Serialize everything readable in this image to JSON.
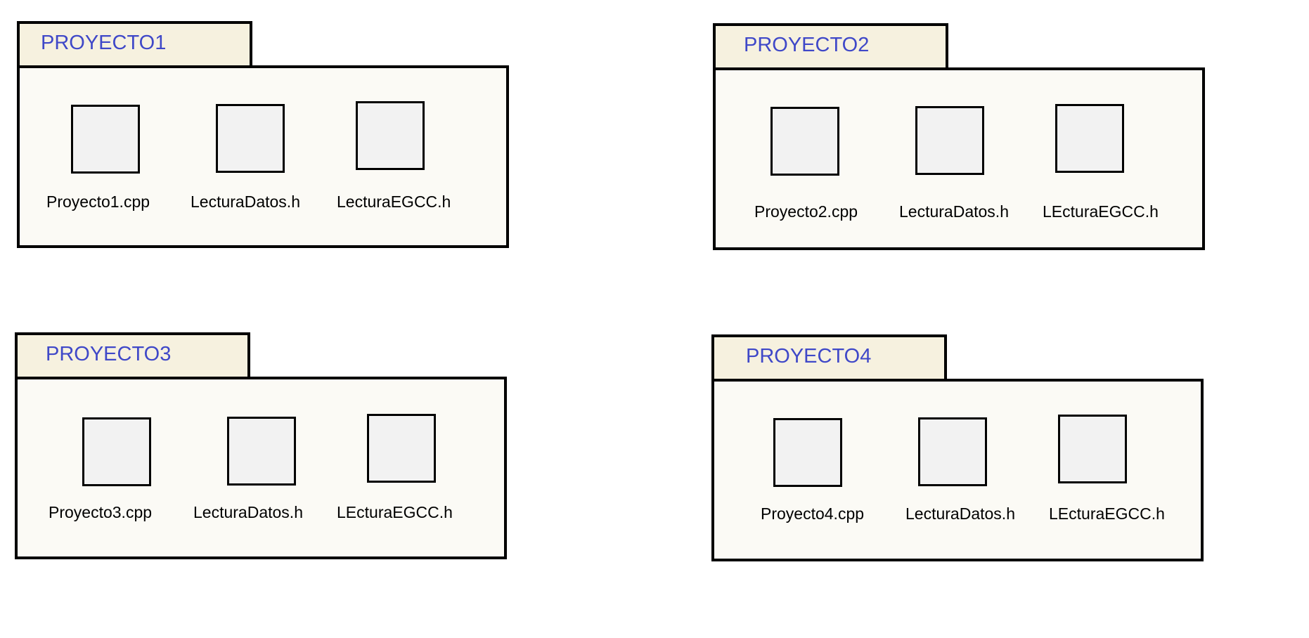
{
  "packages": [
    {
      "title": "PROYECTO1",
      "files": [
        "Proyecto1.cpp",
        "LecturaDatos.h",
        "LecturaEGCC.h"
      ]
    },
    {
      "title": "PROYECTO2",
      "files": [
        "Proyecto2.cpp",
        "LecturaDatos.h",
        "LEcturaEGCC.h"
      ]
    },
    {
      "title": "PROYECTO3",
      "files": [
        "Proyecto3.cpp",
        "LecturaDatos.h",
        "LEcturaEGCC.h"
      ]
    },
    {
      "title": "PROYECTO4",
      "files": [
        "Proyecto4.cpp",
        "LecturaDatos.h",
        "LEcturaEGCC.h"
      ]
    }
  ],
  "colors": {
    "tab_fill": "#f6f1df",
    "body_fill": "#fbfaf5",
    "file_fill": "#f2f2f2",
    "title_text": "#3f48c8",
    "outline": "#000000"
  }
}
